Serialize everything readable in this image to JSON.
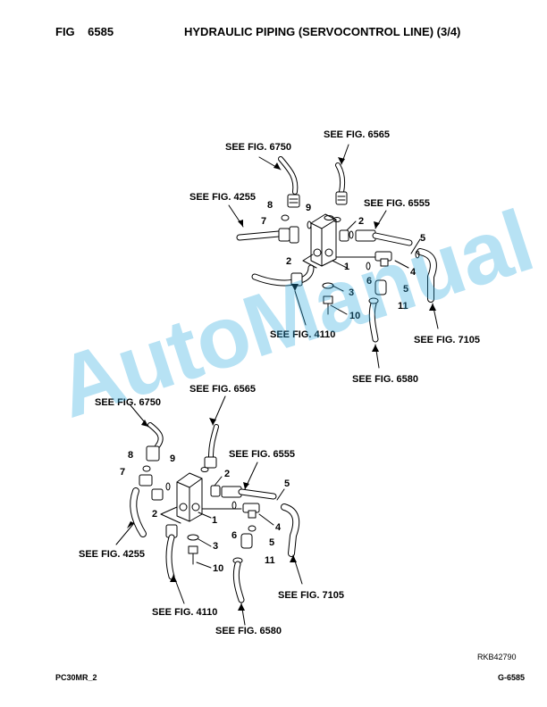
{
  "header": {
    "fig_label": "FIG",
    "fig_number": "6585",
    "title": "HYDRAULIC PIPING (SERVOCONTROL LINE) (3/4)"
  },
  "footer": {
    "left": "PC30MR_2",
    "right": "G-6585",
    "drawing_ref": "RKB42790"
  },
  "watermark": "AutoManual",
  "colors": {
    "watermark": "#29a8e0",
    "ink": "#000000"
  },
  "upper_view": {
    "see_refs": [
      "SEE FIG. 6565",
      "SEE FIG. 6750",
      "SEE FIG. 4255",
      "SEE FIG. 6555",
      "SEE FIG. 4110",
      "SEE FIG. 6580",
      "SEE FIG. 7105"
    ],
    "callouts": [
      "8",
      "9",
      "7",
      "2",
      "5",
      "2",
      "4",
      "1",
      "6",
      "3",
      "5",
      "11",
      "10"
    ]
  },
  "lower_view": {
    "see_refs": [
      "SEE FIG. 6750",
      "SEE FIG. 6565",
      "SEE FIG. 6555",
      "SEE FIG. 4255",
      "SEE FIG. 4110",
      "SEE FIG. 6580",
      "SEE FIG. 7105"
    ],
    "callouts": [
      "8",
      "9",
      "7",
      "2",
      "5",
      "2",
      "1",
      "4",
      "6",
      "3",
      "5",
      "11",
      "10"
    ]
  }
}
